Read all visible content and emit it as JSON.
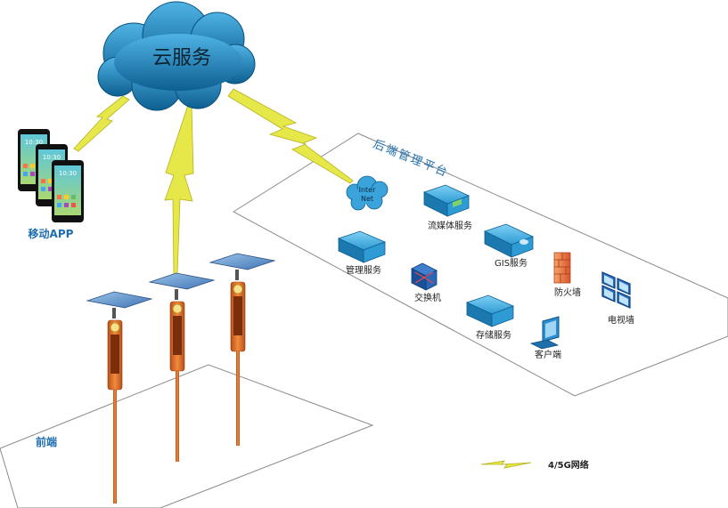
{
  "cloud": {
    "label": "云服务"
  },
  "mobile": {
    "label": "移动APP",
    "clock": "10:30"
  },
  "platform": {
    "title": "后端管理平台",
    "internet": [
      "Inter",
      "Net"
    ],
    "nodes": {
      "stream": "流媒体服务",
      "gis": "GIS服务",
      "manage": "管理服务",
      "switch": "交换机",
      "firewall": "防火墙",
      "storage": "存储服务",
      "client": "客户端",
      "videowall": "电视墙"
    }
  },
  "frontend": {
    "label": "前端"
  },
  "legend": {
    "label": "4/5G网络"
  },
  "colors": {
    "cloud": "#1b7fb6",
    "lightning": "#e6e84a",
    "pole": "#e0701f",
    "server": "#1e8fc9",
    "label_blue": "#1f6fb0"
  }
}
